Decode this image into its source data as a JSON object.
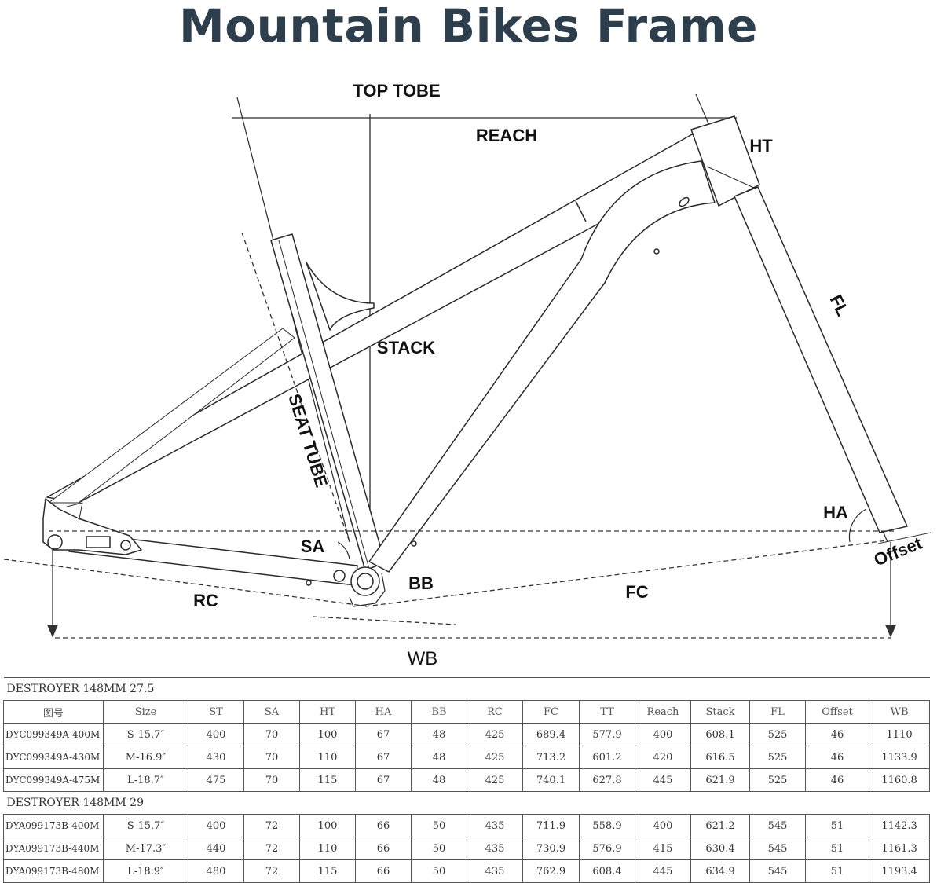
{
  "title": "Mountain Bikes Frame",
  "labels": {
    "top_tube": "TOP TOBE",
    "reach": "REACH",
    "ht": "HT",
    "fl": "FL",
    "stack": "STACK",
    "seat_tube": "SEAT TUBE",
    "ha": "HA",
    "sa": "SA",
    "offset": "Offset",
    "bb": "BB",
    "rc": "RC",
    "fc": "FC",
    "wb": "WB"
  },
  "table": {
    "columns": [
      "图号",
      "Size",
      "ST",
      "SA",
      "HT",
      "HA",
      "BB",
      "RC",
      "FC",
      "TT",
      "Reach",
      "Stack",
      "FL",
      "Offset",
      "WB"
    ],
    "groups": [
      {
        "name": "DESTROYER 148MM 27.5",
        "rows": [
          [
            "DYC099349A-400M",
            "S-15.7″",
            "400",
            "70",
            "100",
            "67",
            "48",
            "425",
            "689.4",
            "577.9",
            "400",
            "608.1",
            "525",
            "46",
            "1110"
          ],
          [
            "DYC099349A-430M",
            "M-16.9″",
            "430",
            "70",
            "110",
            "67",
            "48",
            "425",
            "713.2",
            "601.2",
            "420",
            "616.5",
            "525",
            "46",
            "1133.9"
          ],
          [
            "DYC099349A-475M",
            "L-18.7″",
            "475",
            "70",
            "115",
            "67",
            "48",
            "425",
            "740.1",
            "627.8",
            "445",
            "621.9",
            "525",
            "46",
            "1160.8"
          ]
        ]
      },
      {
        "name": "DESTROYER 148MM 29",
        "rows": [
          [
            "DYA099173B-400M",
            "S-15.7″",
            "400",
            "72",
            "100",
            "66",
            "50",
            "435",
            "711.9",
            "558.9",
            "400",
            "621.2",
            "545",
            "51",
            "1142.3"
          ],
          [
            "DYA099173B-440M",
            "M-17.3″",
            "440",
            "72",
            "110",
            "66",
            "50",
            "435",
            "730.9",
            "576.9",
            "415",
            "630.4",
            "545",
            "51",
            "1161.3"
          ],
          [
            "DYA099173B-480M",
            "L-18.9″",
            "480",
            "72",
            "115",
            "66",
            "50",
            "435",
            "762.9",
            "608.4",
            "445",
            "634.9",
            "545",
            "51",
            "1193.4"
          ]
        ]
      }
    ]
  }
}
